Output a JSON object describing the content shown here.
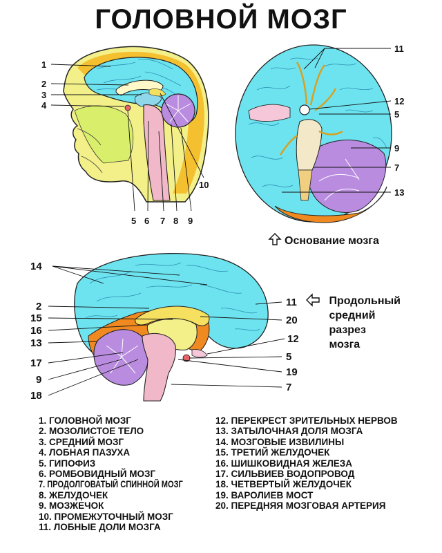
{
  "title": "ГОЛОВНОЙ МОЗГ",
  "captions": {
    "base": "Основание мозга",
    "sagittal": [
      "Продольный",
      "средний",
      "разрез",
      "мозга"
    ]
  },
  "labels": {
    "head": [
      "1",
      "2",
      "3",
      "4",
      "5",
      "6",
      "7",
      "8",
      "9",
      "10"
    ],
    "base": [
      "11",
      "12",
      "5",
      "9",
      "7",
      "13"
    ],
    "sagittal_left": [
      "14",
      "2",
      "15",
      "16",
      "13",
      "17",
      "9",
      "18"
    ],
    "sagittal_right": [
      "11",
      "20",
      "12",
      "5",
      "19",
      "7"
    ]
  },
  "legend": [
    "1. ГОЛОВНОЙ МОЗГ",
    "2. МОЗОЛИСТОЕ ТЕЛО",
    "3. СРЕДНИЙ МОЗГ",
    "4. ЛОБНАЯ ПАЗУХА",
    "5. ГИПОФИЗ",
    "6. РОМБОВИДНЫЙ МОЗГ",
    "7. ПРОДОЛГОВАТЫЙ СПИННОЙ МОЗГ",
    "8. ЖЕЛУДОЧЕК",
    "9. МОЗЖЕЧОК",
    "10. ПРОМЕЖУТОЧНЫЙ МОЗГ",
    "11. ЛОБНЫЕ ДОЛИ МОЗГА",
    "12. ПЕРЕКРЕСТ ЗРИТЕЛЬНЫХ НЕРВОВ",
    "13. ЗАТЫЛОЧНАЯ ДОЛЯ МОЗГА",
    "14. МОЗГОВЫЕ ИЗВИЛИНЫ",
    "15. ТРЕТИЙ ЖЕЛУДОЧЕК",
    "16. ШИШКОВИДНАЯ ЖЕЛЕЗА",
    "17. СИЛЬВИЕВ ВОДОПРОВОД",
    "18. ЧЕТВЕРТЫЙ ЖЕЛУДОЧЕК",
    "19. ВАРОЛИЕВ МОСТ",
    "20. ПЕРЕДНЯЯ МОЗГОВАЯ АРТЕРИЯ"
  ],
  "colors": {
    "brain": "#6ee3f0",
    "skin": "#f3f08a",
    "membrane": "#f5c030",
    "cerebellum": "#b98ce0",
    "stem": "#f0b8c8",
    "orange": "#f08a20"
  }
}
